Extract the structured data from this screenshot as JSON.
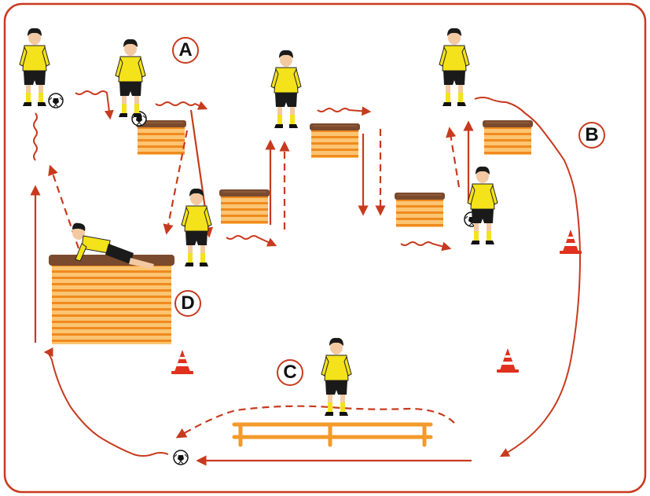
{
  "stations": [
    {
      "id": "A",
      "label": "A"
    },
    {
      "id": "B",
      "label": "B"
    },
    {
      "id": "C",
      "label": "C"
    },
    {
      "id": "D",
      "label": "D"
    }
  ],
  "colors": {
    "frame": "#c83a1e",
    "arrow": "#c83a1e",
    "jersey": "#f4e21a",
    "shorts": "#1a1a1a",
    "box_light": "#fbd38a",
    "box_dark": "#f08a1e",
    "box_top": "#7a4a2e",
    "bench": "#f39a2a",
    "cone": "#e0301e"
  },
  "icons": [
    "player-icon",
    "soccer-ball-icon",
    "cone-icon",
    "vaulting-box-icon",
    "bench-icon"
  ]
}
